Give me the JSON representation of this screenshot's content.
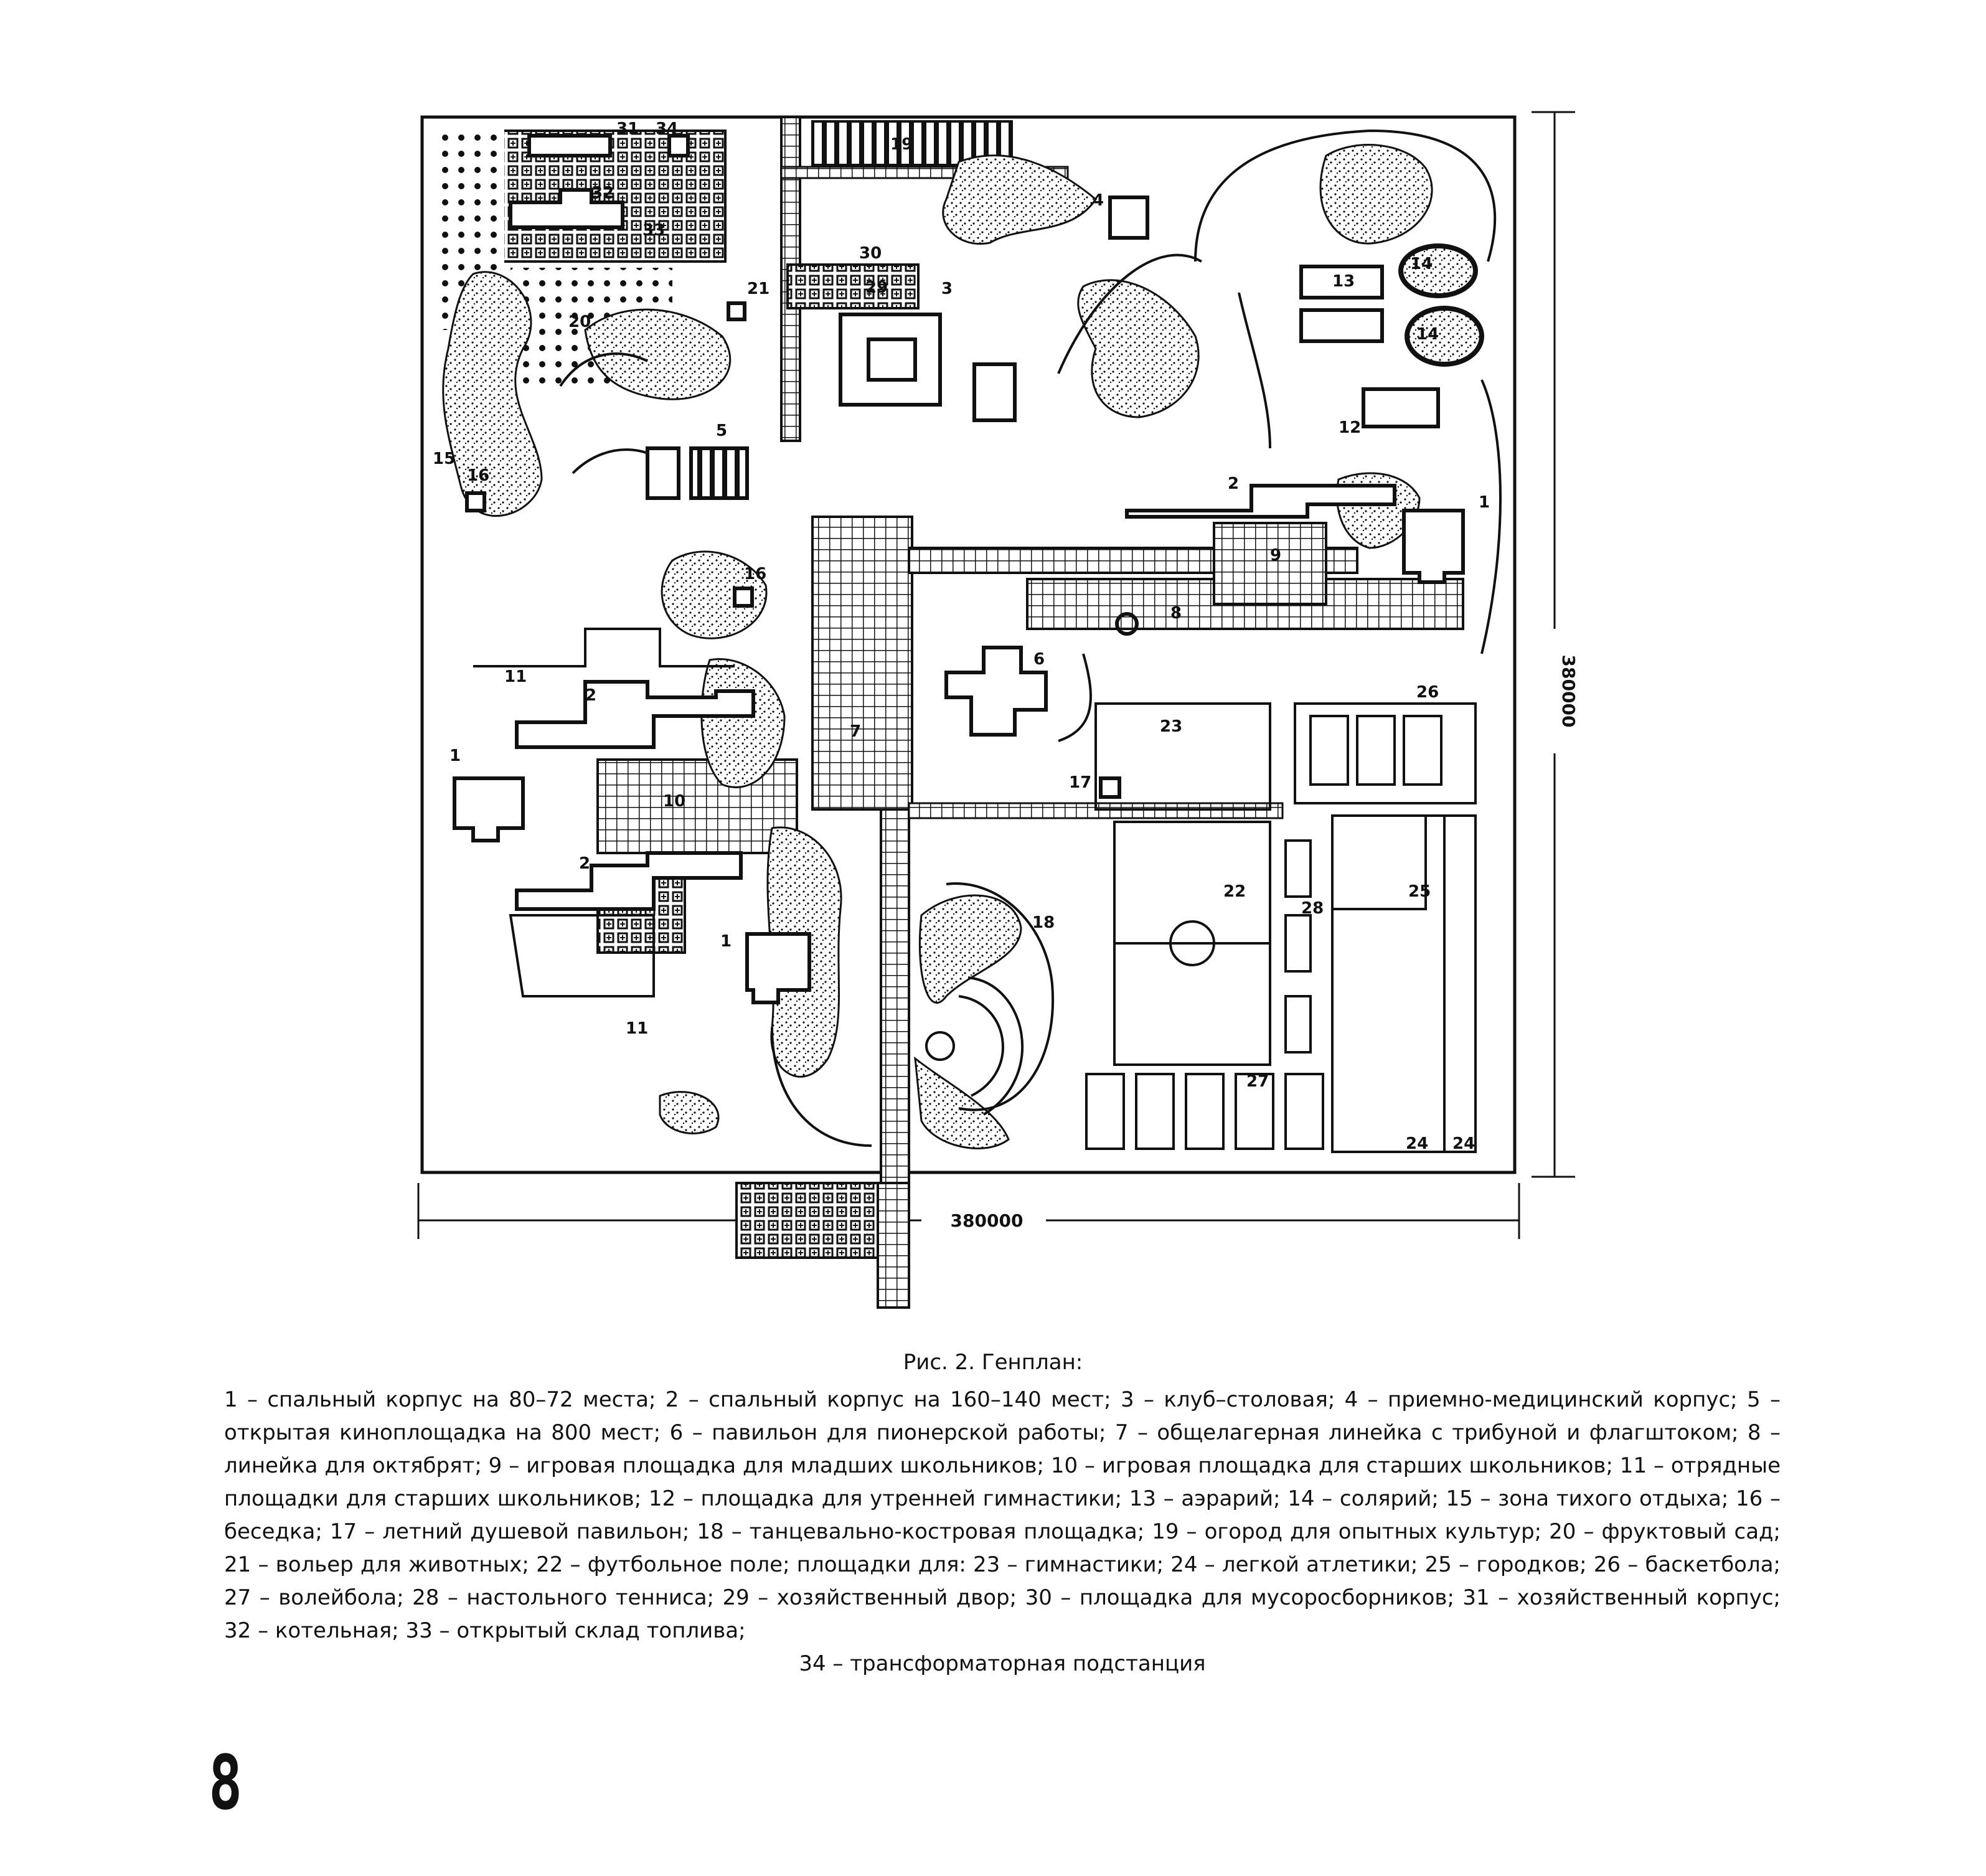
{
  "plan": {
    "dimension_horizontal": "380000",
    "dimension_vertical": "380000",
    "labels": [
      "1",
      "2",
      "3",
      "4",
      "5",
      "6",
      "7",
      "8",
      "9",
      "10",
      "11",
      "12",
      "13",
      "14",
      "15",
      "16",
      "17",
      "18",
      "19",
      "20",
      "21",
      "22",
      "23",
      "24",
      "25",
      "26",
      "27",
      "28",
      "29",
      "30",
      "31",
      "32",
      "33",
      "34"
    ]
  },
  "caption": {
    "title": "Рис. 2. Генплан:",
    "legend": "1 – спальный корпус на 80–72 места; 2 – спальный корпус на 160–140 мест; 3 – клуб–столовая; 4 – приемно-медицинский корпус; 5 – открытая киноплощадка на 800 мест; 6 – павильон для пионерской работы; 7 – общелагерная линейка с трибуной и флагштоком; 8 – линейка для октябрят; 9 – игровая площадка для младших школьников; 10 – игровая площадка для старших школьников; 11 – отрядные площадки для старших школьников; 12 – площадка для утренней гимнастики; 13 – аэрарий; 14 – солярий; 15 – зона тихого отдыха; 16 – беседка; 17 – летний душевой павильон; 18 – танцевально-костровая площадка; 19 – огород для опытных культур; 20 – фруктовый сад; 21 – вольер для животных; 22 – футбольное поле; площадки для: 23 – гимнастики; 24 – легкой атлетики; 25 – городков; 26 – баскетбола; 27 – волейбола; 28 – настольного тенниса; 29 – хозяйственный двор; 30 – площадка для мусоросборников; 31 – хозяйственный корпус; 32 – котельная; 33 – открытый склад топлива;",
    "legend_last": "34 – трансформаторная подстанция"
  },
  "page_number": "8"
}
